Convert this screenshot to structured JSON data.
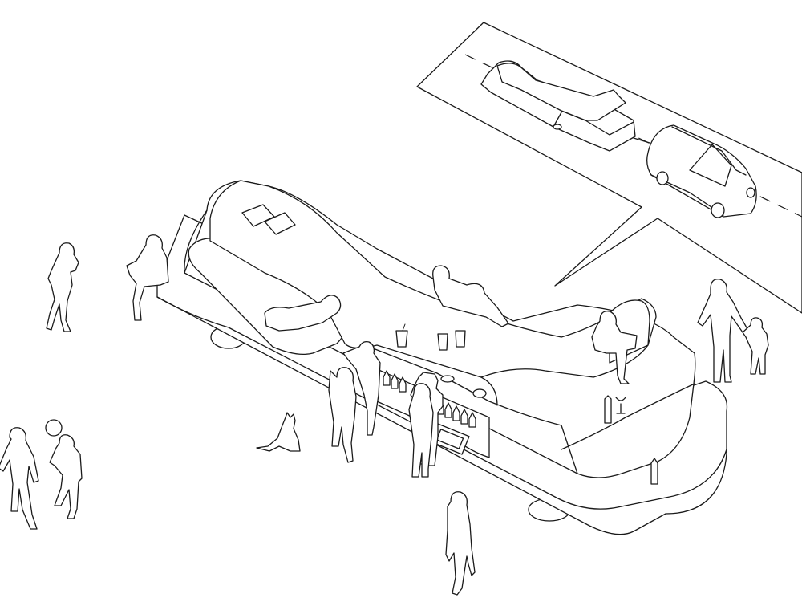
{
  "scene": {
    "kind": "line-drawing",
    "line_color": "#1a1a1a",
    "background": "#ffffff",
    "main_subject": "mobile-bar-lounge-vehicle",
    "inset": "road-transport-view",
    "figures": [
      "person-walking-left",
      "person-seated-rear",
      "person-reclining-lounge",
      "person-reclining-middle",
      "person-seated-front",
      "bartender",
      "customer-leaning",
      "customer-front",
      "customer-hat",
      "dog-sitting",
      "woman-with-child",
      "child",
      "person-ball-left",
      "person-ball-right",
      "ball",
      "person-walking-bottom"
    ],
    "props": [
      "magazine",
      "magazine",
      "cup",
      "cup",
      "cup",
      "cup",
      "bottle",
      "bottle",
      "wine-glass",
      "bottle-row",
      "menu-sign"
    ]
  }
}
